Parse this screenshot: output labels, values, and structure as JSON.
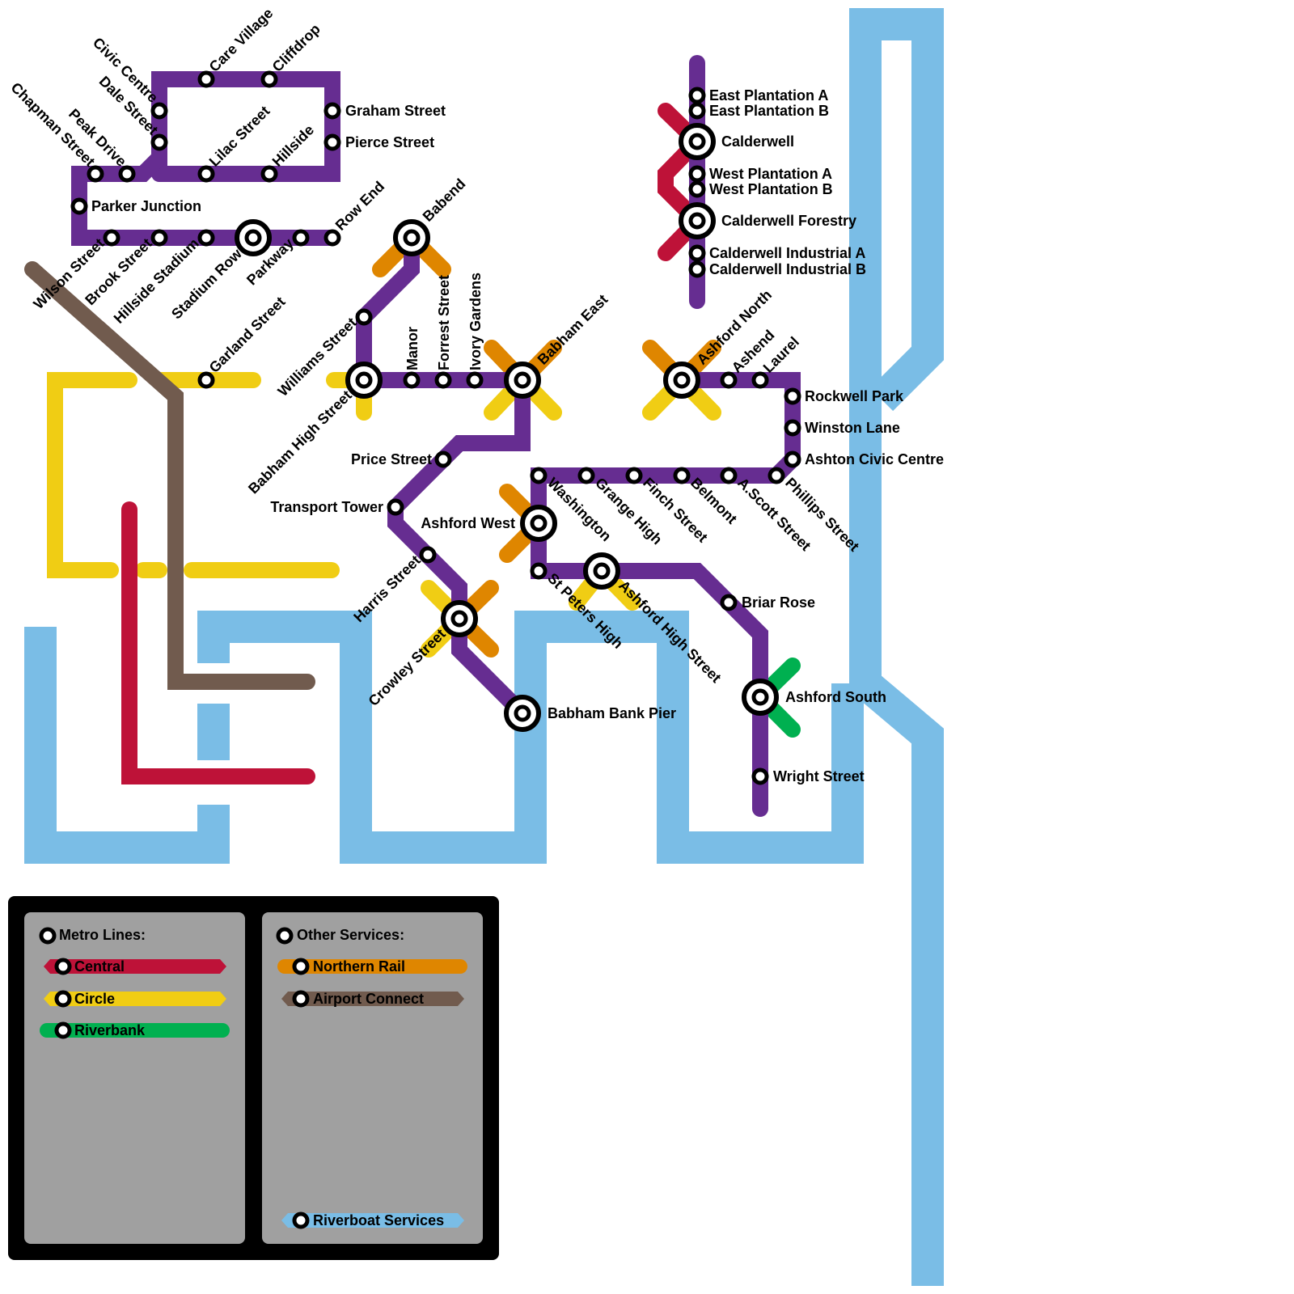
{
  "colors": {
    "purple": "#662d91",
    "central": "#be1238",
    "circle": "#f0cd14",
    "riverbank": "#00b050",
    "northern_rail": "#df8600",
    "airport_connect": "#715b4e",
    "riverboat": "#7abde6",
    "legend_bg": "#000000",
    "legend_panel": "#a0a0a0"
  },
  "stations": {
    "care_village": "Care Village",
    "cliffdrop": "Cliffdrop",
    "civic_centre": "Civic Centre",
    "dale_street": "Dale Street",
    "chapman_street": "Chapman Street",
    "peak_drive": "Peak Drive",
    "lilac_street": "Lilac Street",
    "hillside": "Hillside",
    "graham_street": "Graham Street",
    "pierce_street": "Pierce Street",
    "parker_junction": "Parker Junction",
    "wilson_street": "Wilson Street",
    "brook_street": "Brook Street",
    "hillside_stadium": "Hillside Stadium",
    "stadium_row": "Stadium Row",
    "parkway": "Parkway",
    "row_end": "Row End",
    "garland_street": "Garland Street",
    "babend": "Babend",
    "williams_street": "Williams Street",
    "babham_high_street": "Babham High Street",
    "manor": "Manor",
    "forrest_street": "Forrest Street",
    "ivory_gardens": "Ivory Gardens",
    "babham_east": "Babham East",
    "price_street": "Price Street",
    "transport_tower": "Transport Tower",
    "ashford_west": "Ashford West",
    "harris_street": "Harris Street",
    "crowley_street": "Crowley Street",
    "babham_bank_pier": "Babham Bank Pier",
    "washington": "Washington",
    "grange_high": "Grange High",
    "finch_street": "Finch Street",
    "belmont": "Belmont",
    "a_scott_street": "A.Scott Street",
    "phillips_street": "Phillips Street",
    "st_peters_high": "St Peters High",
    "ashford_high_street": "Ashford High Street",
    "briar_rose": "Briar Rose",
    "ashford_south": "Ashford South",
    "wright_street": "Wright Street",
    "east_plantation_a": "East Plantation A",
    "east_plantation_b": "East Plantation B",
    "calderwell": "Calderwell",
    "west_plantation_a": "West Plantation A",
    "west_plantation_b": "West Plantation B",
    "calderwell_forestry": "Calderwell Forestry",
    "calderwell_industrial_a": "Calderwell Industrial A",
    "calderwell_industrial_b": "Calderwell Industrial B",
    "ashford_north": "Ashford North",
    "ashend": "Ashend",
    "laurel": "Laurel",
    "rockwell_park": "Rockwell Park",
    "winston_lane": "Winston Lane",
    "ashton_civic_centre": "Ashton Civic Centre"
  },
  "legend": {
    "metro_title": "Metro Lines:",
    "metro_lines": [
      {
        "label": "Central",
        "color": "#be1238"
      },
      {
        "label": "Circle",
        "color": "#f0cd14"
      },
      {
        "label": "Riverbank",
        "color": "#00b050"
      }
    ],
    "other_title": "Other Services:",
    "other_services": [
      {
        "label": "Northern Rail",
        "color": "#df8600"
      },
      {
        "label": "Airport Connect",
        "color": "#715b4e"
      },
      {
        "label": "Riverboat Services",
        "color": "#7abde6"
      }
    ]
  }
}
